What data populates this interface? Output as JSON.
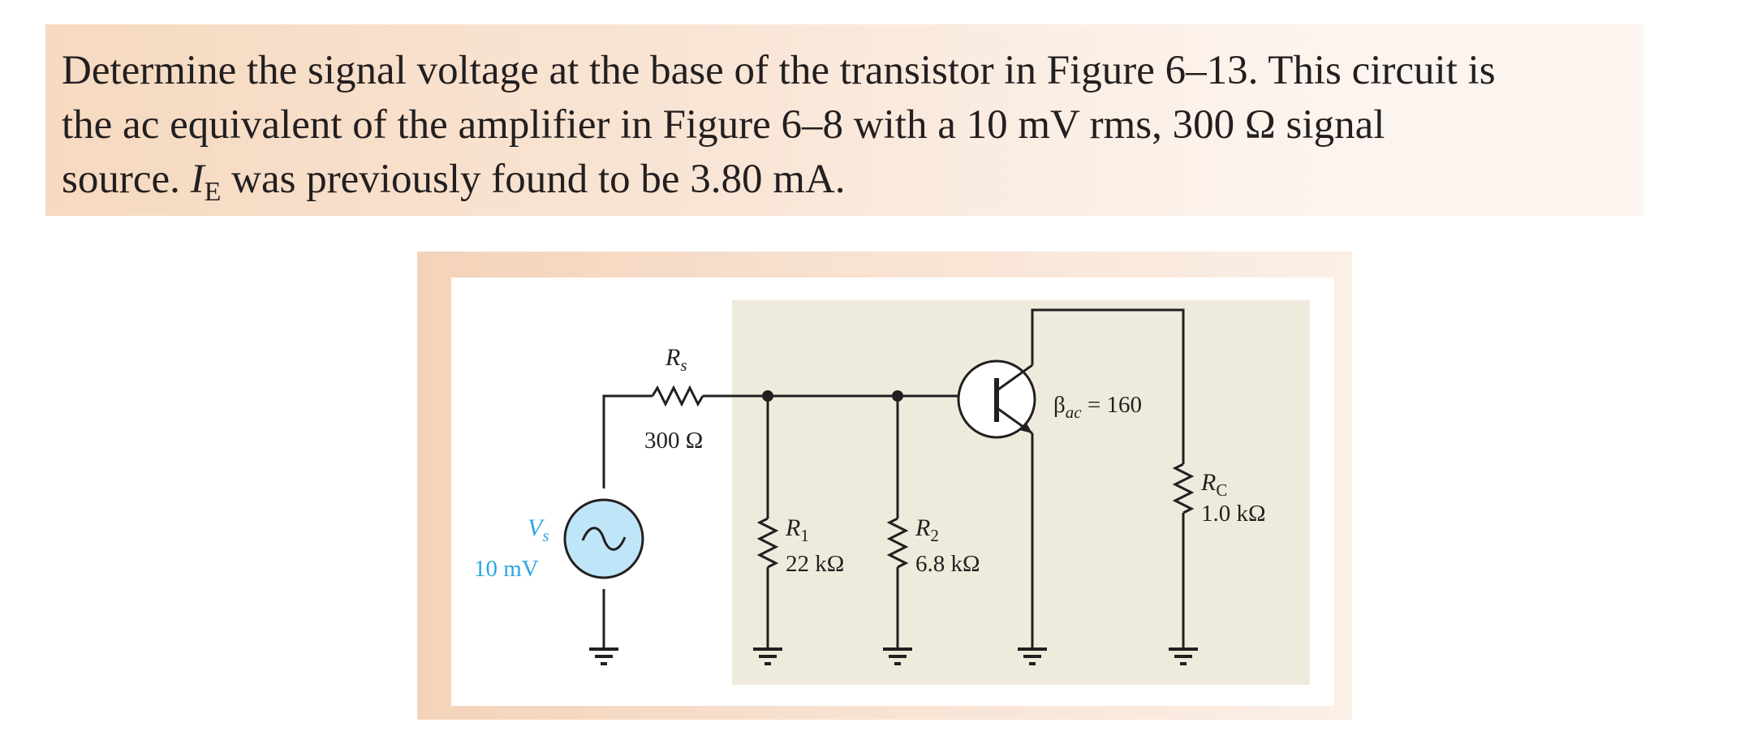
{
  "problem": {
    "line1": "Determine the signal voltage at the base of the transistor in Figure 6–13. This circuit is",
    "line2": "the ac equivalent of the amplifier in Figure 6–8 with a 10 mV rms, 300 Ω signal",
    "line3_prefix": "source. ",
    "ie_symbol": "I",
    "ie_subscript": "E",
    "line3_suffix": " was previously found to be 3.80 mA."
  },
  "circuit": {
    "source": {
      "name": "V",
      "subscript": "s",
      "value": "10 mV",
      "color": "#2aa8e0",
      "fill": "#bfe6f8"
    },
    "rs": {
      "name": "R",
      "subscript": "s",
      "value": "300 Ω"
    },
    "r1": {
      "name": "R",
      "subscript": "1",
      "value": "22 kΩ"
    },
    "r2": {
      "name": "R",
      "subscript": "2",
      "value": "6.8 kΩ"
    },
    "rc": {
      "name": "R",
      "subscript": "C",
      "value": "1.0 kΩ"
    },
    "transistor": {
      "beta_symbol": "β",
      "beta_subscript": "ac",
      "beta_value": " = 160"
    },
    "shade_color": "#efebdc"
  }
}
